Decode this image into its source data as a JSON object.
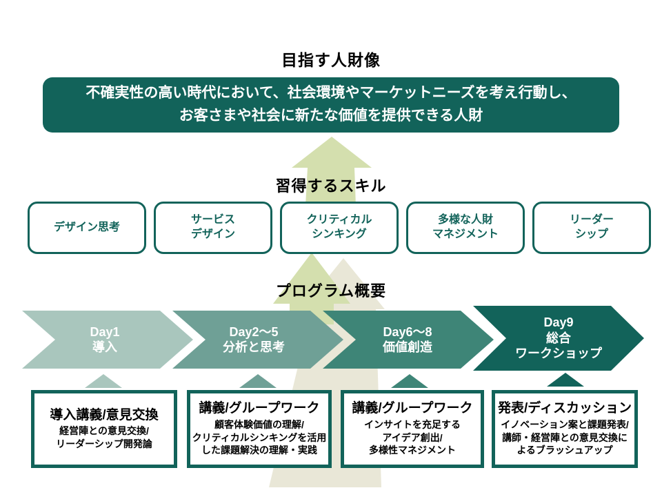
{
  "colors": {
    "teal_dark": "#12635a",
    "teal_mid": "#3e8577",
    "teal_soft": "#6fa096",
    "teal_light": "#a9c6bd",
    "arrow_green": "#d4dfae",
    "arrow_cream": "#e9e7d7",
    "text_on_teal": "#ffffff"
  },
  "header": {
    "title": "目指す人財像",
    "banner": "不確実性の高い時代において、社会環境やマーケットニーズを考え行動し、\nお客さまや社会に新たな価値を提供できる人財"
  },
  "skills": {
    "title": "習得するスキル",
    "items": [
      {
        "label": "デザイン思考"
      },
      {
        "label": "サービス\nデザイン"
      },
      {
        "label": "クリティカル\nシンキング"
      },
      {
        "label": "多様な人財\nマネジメント"
      },
      {
        "label": "リーダー\nシップ"
      }
    ]
  },
  "program": {
    "title": "プログラム概要",
    "phases": [
      {
        "label": "Day1\n導入"
      },
      {
        "label": "Day2～5\n分析と思考"
      },
      {
        "label": "Day6～8\n価値創造"
      },
      {
        "label": "Day9\n総合\nワークショップ"
      }
    ]
  },
  "details": [
    {
      "title": "導入講義/意見交換",
      "body": "経営陣との意見交換/\nリーダーシップ開発論"
    },
    {
      "title": "講義/グループワーク",
      "body": "顧客体験価値の理解/\nクリティカルシンキングを活用\nした課題解決の理解・実践"
    },
    {
      "title": "講義/グループワーク",
      "body": "インサイトを充足する\nアイデア創出/\n多様性マネジメント"
    },
    {
      "title": "発表/ディスカッション",
      "body": "イノベーション案と課題発表/\n講師・経営陣との意見交換に\nよるブラッシュアップ"
    }
  ]
}
